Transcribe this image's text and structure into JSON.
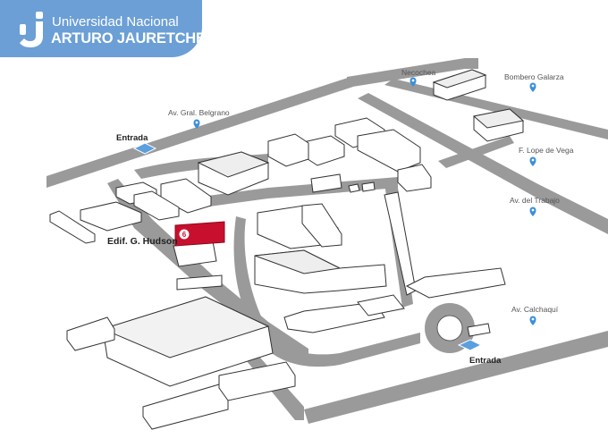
{
  "header": {
    "university_line1": "Universidad Nacional",
    "university_line2": "ARTURO JAURETCHE",
    "brand_color": "#6b9fd6"
  },
  "streets": {
    "belgrano": "Av. Gral. Belgrano",
    "necochea": "Necochea",
    "bombero": "Bombero Galarza",
    "lope": "F. Lope de Vega",
    "trabajo": "Av. del Trabajo",
    "calchaqui": "Av. Calchaquí"
  },
  "entrances": {
    "north": "Entrada",
    "south": "Entrada"
  },
  "highlight": {
    "building_label": "Edif. G. Hudson",
    "building_number": "6",
    "color": "#c8102e"
  },
  "icons": {
    "street_marker": "map-pin-icon",
    "entrance_marker": "entrance-arrow-icon"
  }
}
